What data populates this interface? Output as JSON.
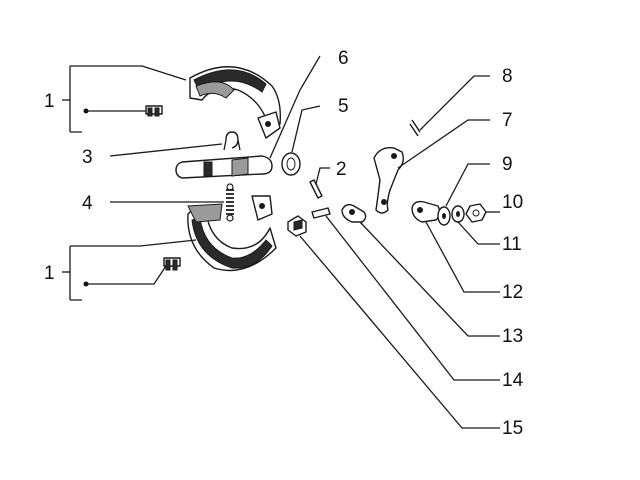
{
  "diagram": {
    "callouts": {
      "c1_top": "1",
      "c1_bottom": "1",
      "c2": "2",
      "c3": "3",
      "c4": "4",
      "c5": "5",
      "c6": "6",
      "c7": "7",
      "c8": "8",
      "c9": "9",
      "c10": "10",
      "c11": "11",
      "c12": "12",
      "c13": "13",
      "c14": "14",
      "c15": "15"
    }
  }
}
